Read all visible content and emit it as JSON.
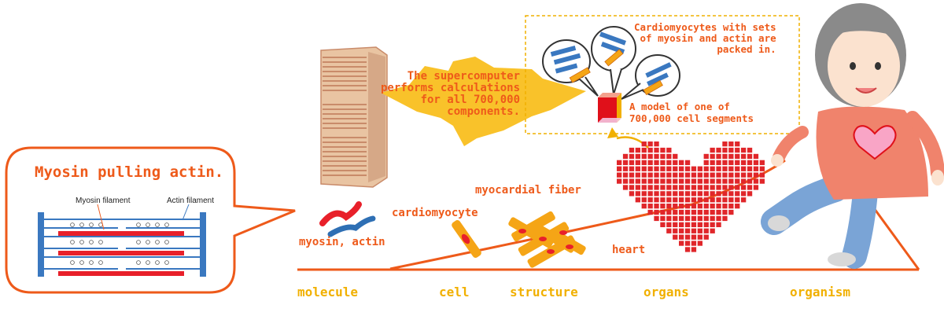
{
  "callout": {
    "title": "Myosin pulling actin.",
    "myosin_label": "Myosin filament",
    "actin_label": "Actin filament"
  },
  "supercomputer": {
    "text_lines": [
      "The supercomputer",
      "performs calculations",
      "for all 700,000",
      "components."
    ]
  },
  "cell_model": {
    "note_lines": [
      "Cardiomyocytes with sets",
      "of myosin and actin are",
      "packed in."
    ],
    "model_lines": [
      "A model of one of",
      "700,000 cell segments"
    ]
  },
  "items": {
    "myosin_actin": "myosin, actin",
    "cardiomyocyte": "cardiomyocyte",
    "myocardial_fiber": "myocardial fiber",
    "heart": "heart"
  },
  "scale": [
    "molecule",
    "cell",
    "structure",
    "organs",
    "organism"
  ],
  "colors": {
    "orange": "#ee5a1a",
    "scale_yellow": "#f1b000",
    "heart_red": "#e0262a",
    "fiber_orange": "#f5a516",
    "cpu_tan": "#e9c4a2",
    "myosin_red": "#e8202a",
    "actin_blue": "#2e6fb4",
    "skin": "#fbe2cf",
    "shirt": "#f0836c",
    "jeans": "#7aa4d6"
  }
}
